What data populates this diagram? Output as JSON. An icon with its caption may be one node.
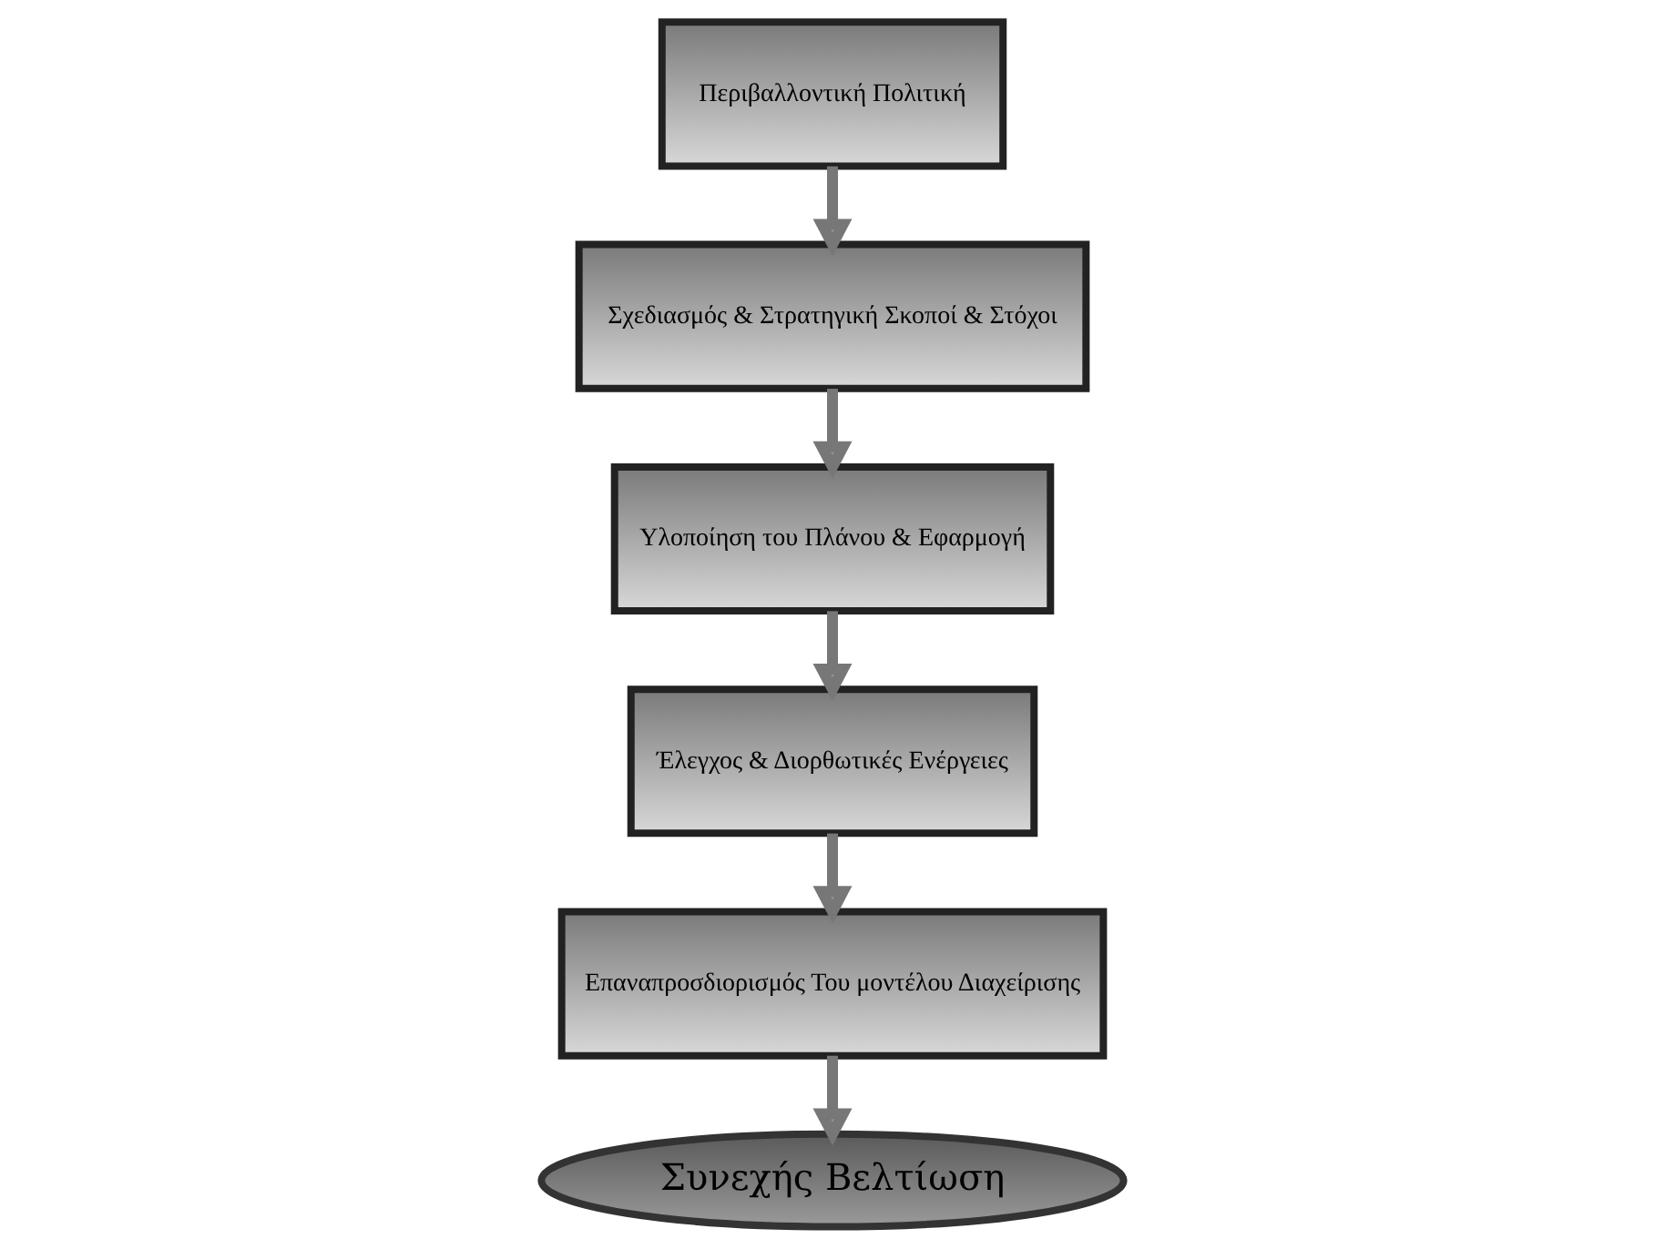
{
  "diagram": {
    "nodes": [
      {
        "text": [
          "Συνεχής Βελτίωση"
        ]
      },
      {
        "text": [
          "Περιβαλλοντική Πολιτική"
        ]
      },
      {
        "text": [
          "Επαναπροσδιορισμός Του μοντέλου Διαχείρισης"
        ]
      },
      {
        "text": [
          "Σχεδιασμός & Στρατηγική Σκοποί & Στόχοι"
        ]
      },
      {
        "text": [
          "Έλεγχος & Διορθωτικές Ενέργειες"
        ]
      },
      {
        "text": [
          "Υλοποίηση του Πλάνου & Εφαρμογή"
        ]
      }
    ],
    "edges": [
      {
        "from": 1,
        "to": 3,
        "arrow": "to"
      },
      {
        "from": 3,
        "to": 5,
        "arrow": "to"
      },
      {
        "from": 5,
        "to": 4,
        "arrow": "to"
      },
      {
        "from": 4,
        "to": 2,
        "arrow": "to"
      },
      {
        "from": 2,
        "to": 0,
        "arrow": "to"
      }
    ]
  }
}
